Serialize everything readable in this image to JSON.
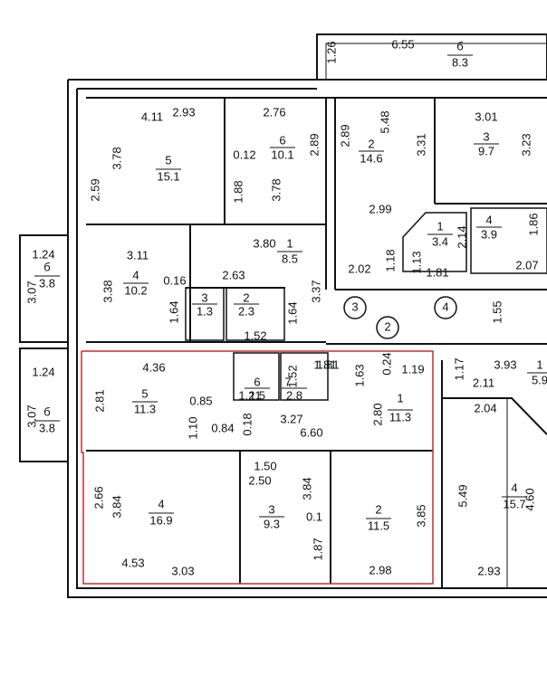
{
  "plan": {
    "highlight_color": "#d42a2a",
    "line_color": "#111111",
    "rooms": [
      {
        "id": "top-balcony",
        "number": "б",
        "area": "8.3",
        "dims": [
          "1.26",
          "6.55"
        ]
      },
      {
        "id": "r-top-5",
        "number": "5",
        "area": "15.1",
        "dims": [
          "4.11",
          "2.93",
          "3.78",
          "2.59"
        ]
      },
      {
        "id": "r-top-6",
        "number": "6",
        "area": "10.1",
        "dims": [
          "2.76",
          "0.12",
          "3.78",
          "1.88",
          "2.89"
        ]
      },
      {
        "id": "r-top-2",
        "number": "2",
        "area": "14.6",
        "dims": [
          "2.89",
          "5.48",
          "3.31",
          "2.99",
          "2.02",
          "1.18"
        ]
      },
      {
        "id": "r-top-3",
        "number": "3",
        "area": "9.7",
        "dims": [
          "3.01",
          "3.23"
        ]
      },
      {
        "id": "r-mid-4",
        "number": "4",
        "area": "10.2",
        "dims": [
          "3.11",
          "3.38",
          "0.16",
          "1.64"
        ]
      },
      {
        "id": "r-mid-1",
        "number": "1",
        "area": "8.5",
        "dims": [
          "3.80",
          "2.63",
          "3.37",
          "1.64"
        ]
      },
      {
        "id": "r-mid-wc3",
        "number": "3",
        "area": "1.3",
        "dims": []
      },
      {
        "id": "r-mid-wc2",
        "number": "2",
        "area": "2.3",
        "dims": [
          "1.52"
        ]
      },
      {
        "id": "r-hall-1",
        "number": "1",
        "area": "3.4",
        "dims": [
          "2.14",
          "1.13",
          "1.81"
        ]
      },
      {
        "id": "r-bath-4",
        "number": "4",
        "area": "3.9",
        "dims": [
          "1.86",
          "2.07"
        ]
      },
      {
        "id": "left-balcony-top",
        "number": "б",
        "area": "3.8",
        "dims": [
          "1.24",
          "3.07"
        ]
      },
      {
        "id": "left-balcony-bottom",
        "number": "б",
        "area": "3.8",
        "dims": [
          "1.24",
          "3.07"
        ]
      },
      {
        "id": "r-sel-5",
        "number": "5",
        "area": "11.3",
        "dims": [
          "4.36",
          "2.81",
          "0.85",
          "1.10",
          "0.84"
        ]
      },
      {
        "id": "r-sel-6",
        "number": "6",
        "area": "1.5",
        "dims": [
          "1.21",
          "0.18"
        ]
      },
      {
        "id": "r-sel-7",
        "number": "7",
        "area": "2.8",
        "dims": [
          "1.52",
          "1.81"
        ]
      },
      {
        "id": "r-sel-1",
        "number": "1",
        "area": "11.3",
        "dims": [
          "1.63",
          "0.24",
          "1.19",
          "3.27",
          "2.80",
          "6.60"
        ]
      },
      {
        "id": "r-sel-4",
        "number": "4",
        "area": "16.9",
        "dims": [
          "2.66",
          "3.84",
          "4.53",
          "3.03"
        ]
      },
      {
        "id": "r-sel-3",
        "number": "3",
        "area": "9.3",
        "dims": [
          "1.50",
          "2.50",
          "3.84",
          "0.1",
          "1.87"
        ]
      },
      {
        "id": "r-sel-2",
        "number": "2",
        "area": "11.5",
        "dims": [
          "3.85",
          "2.98"
        ]
      },
      {
        "id": "r-right-4",
        "number": "4",
        "area": "15.7",
        "dims": [
          "2.04",
          "5.49",
          "4.60",
          "2.93"
        ]
      },
      {
        "id": "r-right-1",
        "number": "1",
        "area": "5.9",
        "dims": [
          "1.17",
          "3.93",
          "2.11"
        ]
      }
    ],
    "axes": [
      "3",
      "4",
      "2"
    ],
    "extra_numbers": [
      "1.55",
      "1.81"
    ]
  }
}
